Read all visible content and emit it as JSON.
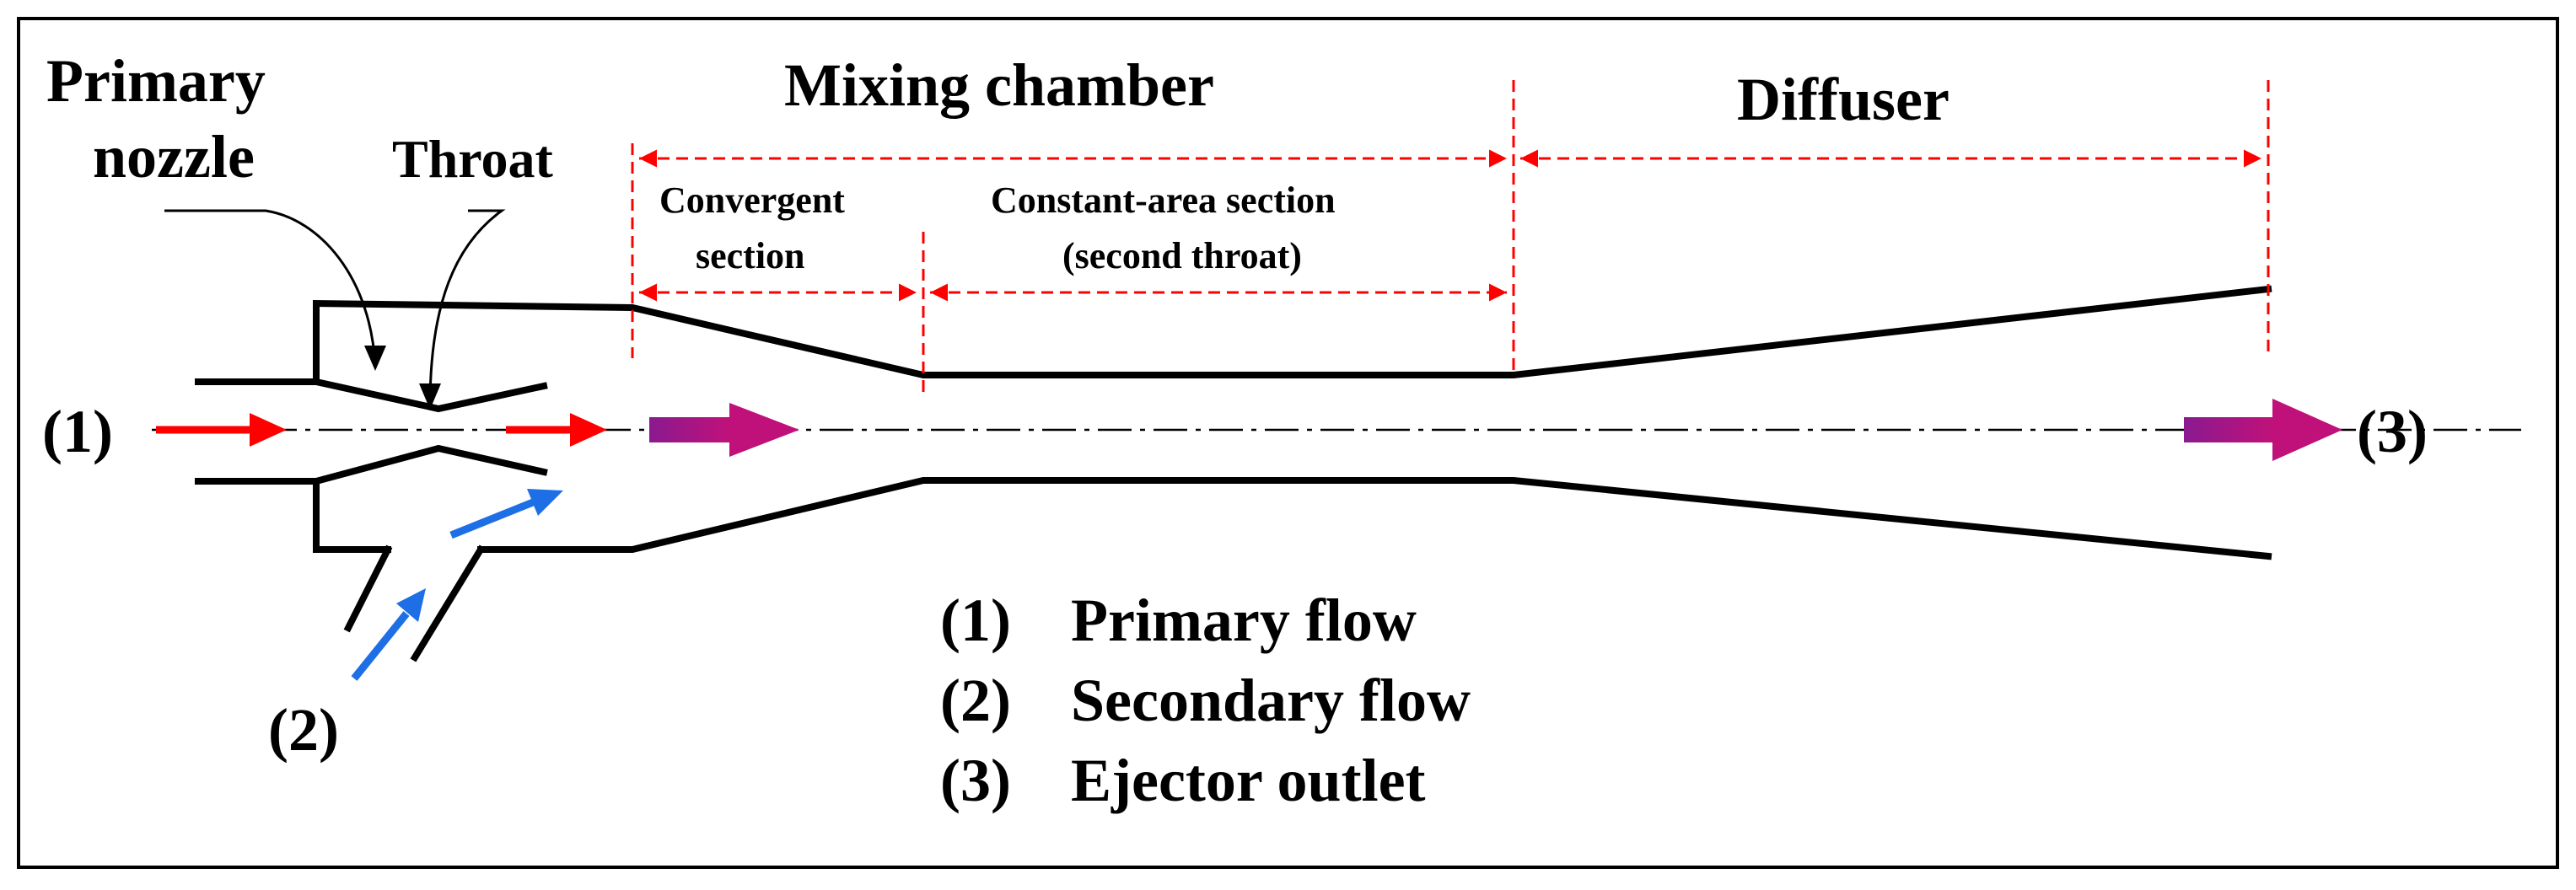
{
  "diagram": {
    "labels": {
      "primary_nozzle_line1": "Primary",
      "primary_nozzle_line2": "nozzle",
      "throat": "Throat",
      "mixing_chamber": "Mixing chamber",
      "diffuser": "Diffuser",
      "convergent_line1": "Convergent",
      "convergent_line2": "section",
      "constant_area_line1": "Constant-area section",
      "constant_area_line2": "(second throat)",
      "port_1": "(1)",
      "port_2": "(2)",
      "port_3": "(3)"
    },
    "legend": [
      {
        "key": "(1)",
        "label": "Primary flow"
      },
      {
        "key": "(2)",
        "label": "Secondary flow"
      },
      {
        "key": "(3)",
        "label": "Ejector outlet"
      }
    ],
    "colors": {
      "outline": "#000000",
      "dimension": "#ff0000",
      "primary_arrow": "#ff0000",
      "secondary_arrow": "#1e6fe6",
      "mixed_arrow_start": "#8a1a8f",
      "mixed_arrow_end": "#c0117a"
    }
  }
}
